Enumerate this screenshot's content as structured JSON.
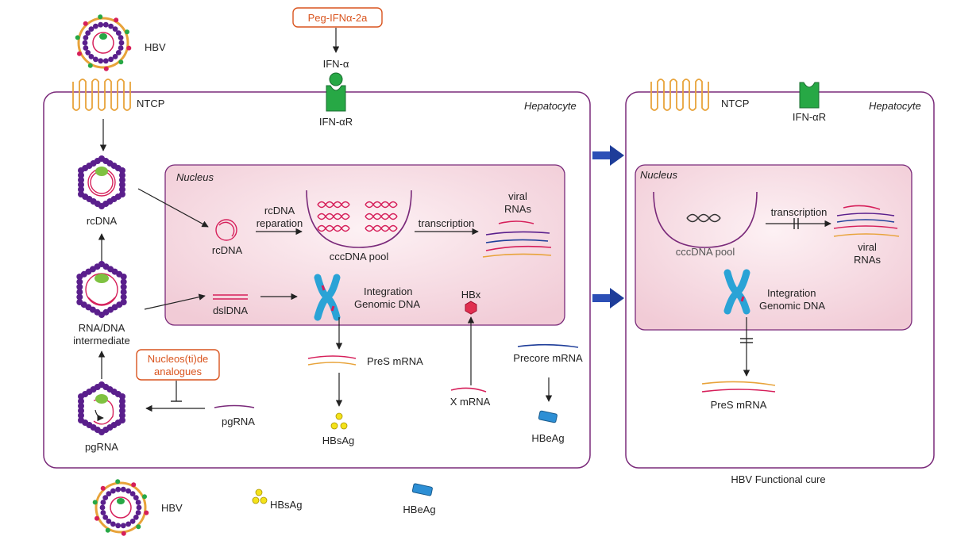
{
  "labels": {
    "hbv_top": "HBV",
    "peg_ifn": "Peg-IFNα-2a",
    "ifn_alpha": "IFN-α",
    "ntcp_left": "NTCP",
    "ifn_r_left": "IFN-αR",
    "hepatocyte_left": "Hepatocyte",
    "nucleus_left": "Nucleus",
    "rcdna_cyto": "rcDNA",
    "rcdna_nuc": "rcDNA",
    "rcdna_reparation_1": "rcDNA",
    "rcdna_reparation_2": "reparation",
    "cccdna_pool_left": "cccDNA pool",
    "transcription_left": "transcription",
    "viral_rnas_left_1": "viral",
    "viral_rnas_left_2": "RNAs",
    "rna_dna_1": "RNA/DNA",
    "rna_dna_2": "intermediate",
    "dsldna": "dslDNA",
    "integration_left_1": "Integration",
    "integration_left_2": "Genomic DNA",
    "hbx": "HBx",
    "nucleoside_1": "Nucleos(ti)de",
    "nucleoside_2": "analogues",
    "pres_mrna_left": "PreS mRNA",
    "precore_mrna": "Precore mRNA",
    "x_mrna": "X mRNA",
    "pgrna": "pgRNA",
    "pgrna_capsid": "pgRNA",
    "hbsag_inside": "HBsAg",
    "hbeag_inside": "HBeAg",
    "hbv_bottom": "HBV",
    "hbsag_bottom": "HBsAg",
    "hbeag_bottom": "HBeAg",
    "ntcp_right": "NTCP",
    "ifn_r_right": "IFN-αR",
    "hepatocyte_right": "Hepatocyte",
    "nucleus_right": "Nucleus",
    "transcription_right": "transcription",
    "viral_rnas_right_1": "viral",
    "viral_rnas_right_2": "RNAs",
    "cccdna_pool_right": "cccDNA pool",
    "integration_right_1": "Integration",
    "integration_right_2": "Genomic DNA",
    "pres_mrna_right": "PreS mRNA",
    "functional_cure": "HBV Functional cure"
  },
  "colors": {
    "cell_border": "#7a2a7a",
    "nucleus_fill": "#f7dde4",
    "capsid": "#5a1f8c",
    "rna_red": "#d61f5a",
    "receptor_green": "#27a845",
    "ntcp_orange": "#e8a33a",
    "arrow_blue": "#1e3d99",
    "hbsag_yellow": "#f4e21a",
    "hbeag_blue": "#2d8fd5",
    "drug_orange": "#d9541e",
    "chromosome": "#2aa3d6"
  }
}
